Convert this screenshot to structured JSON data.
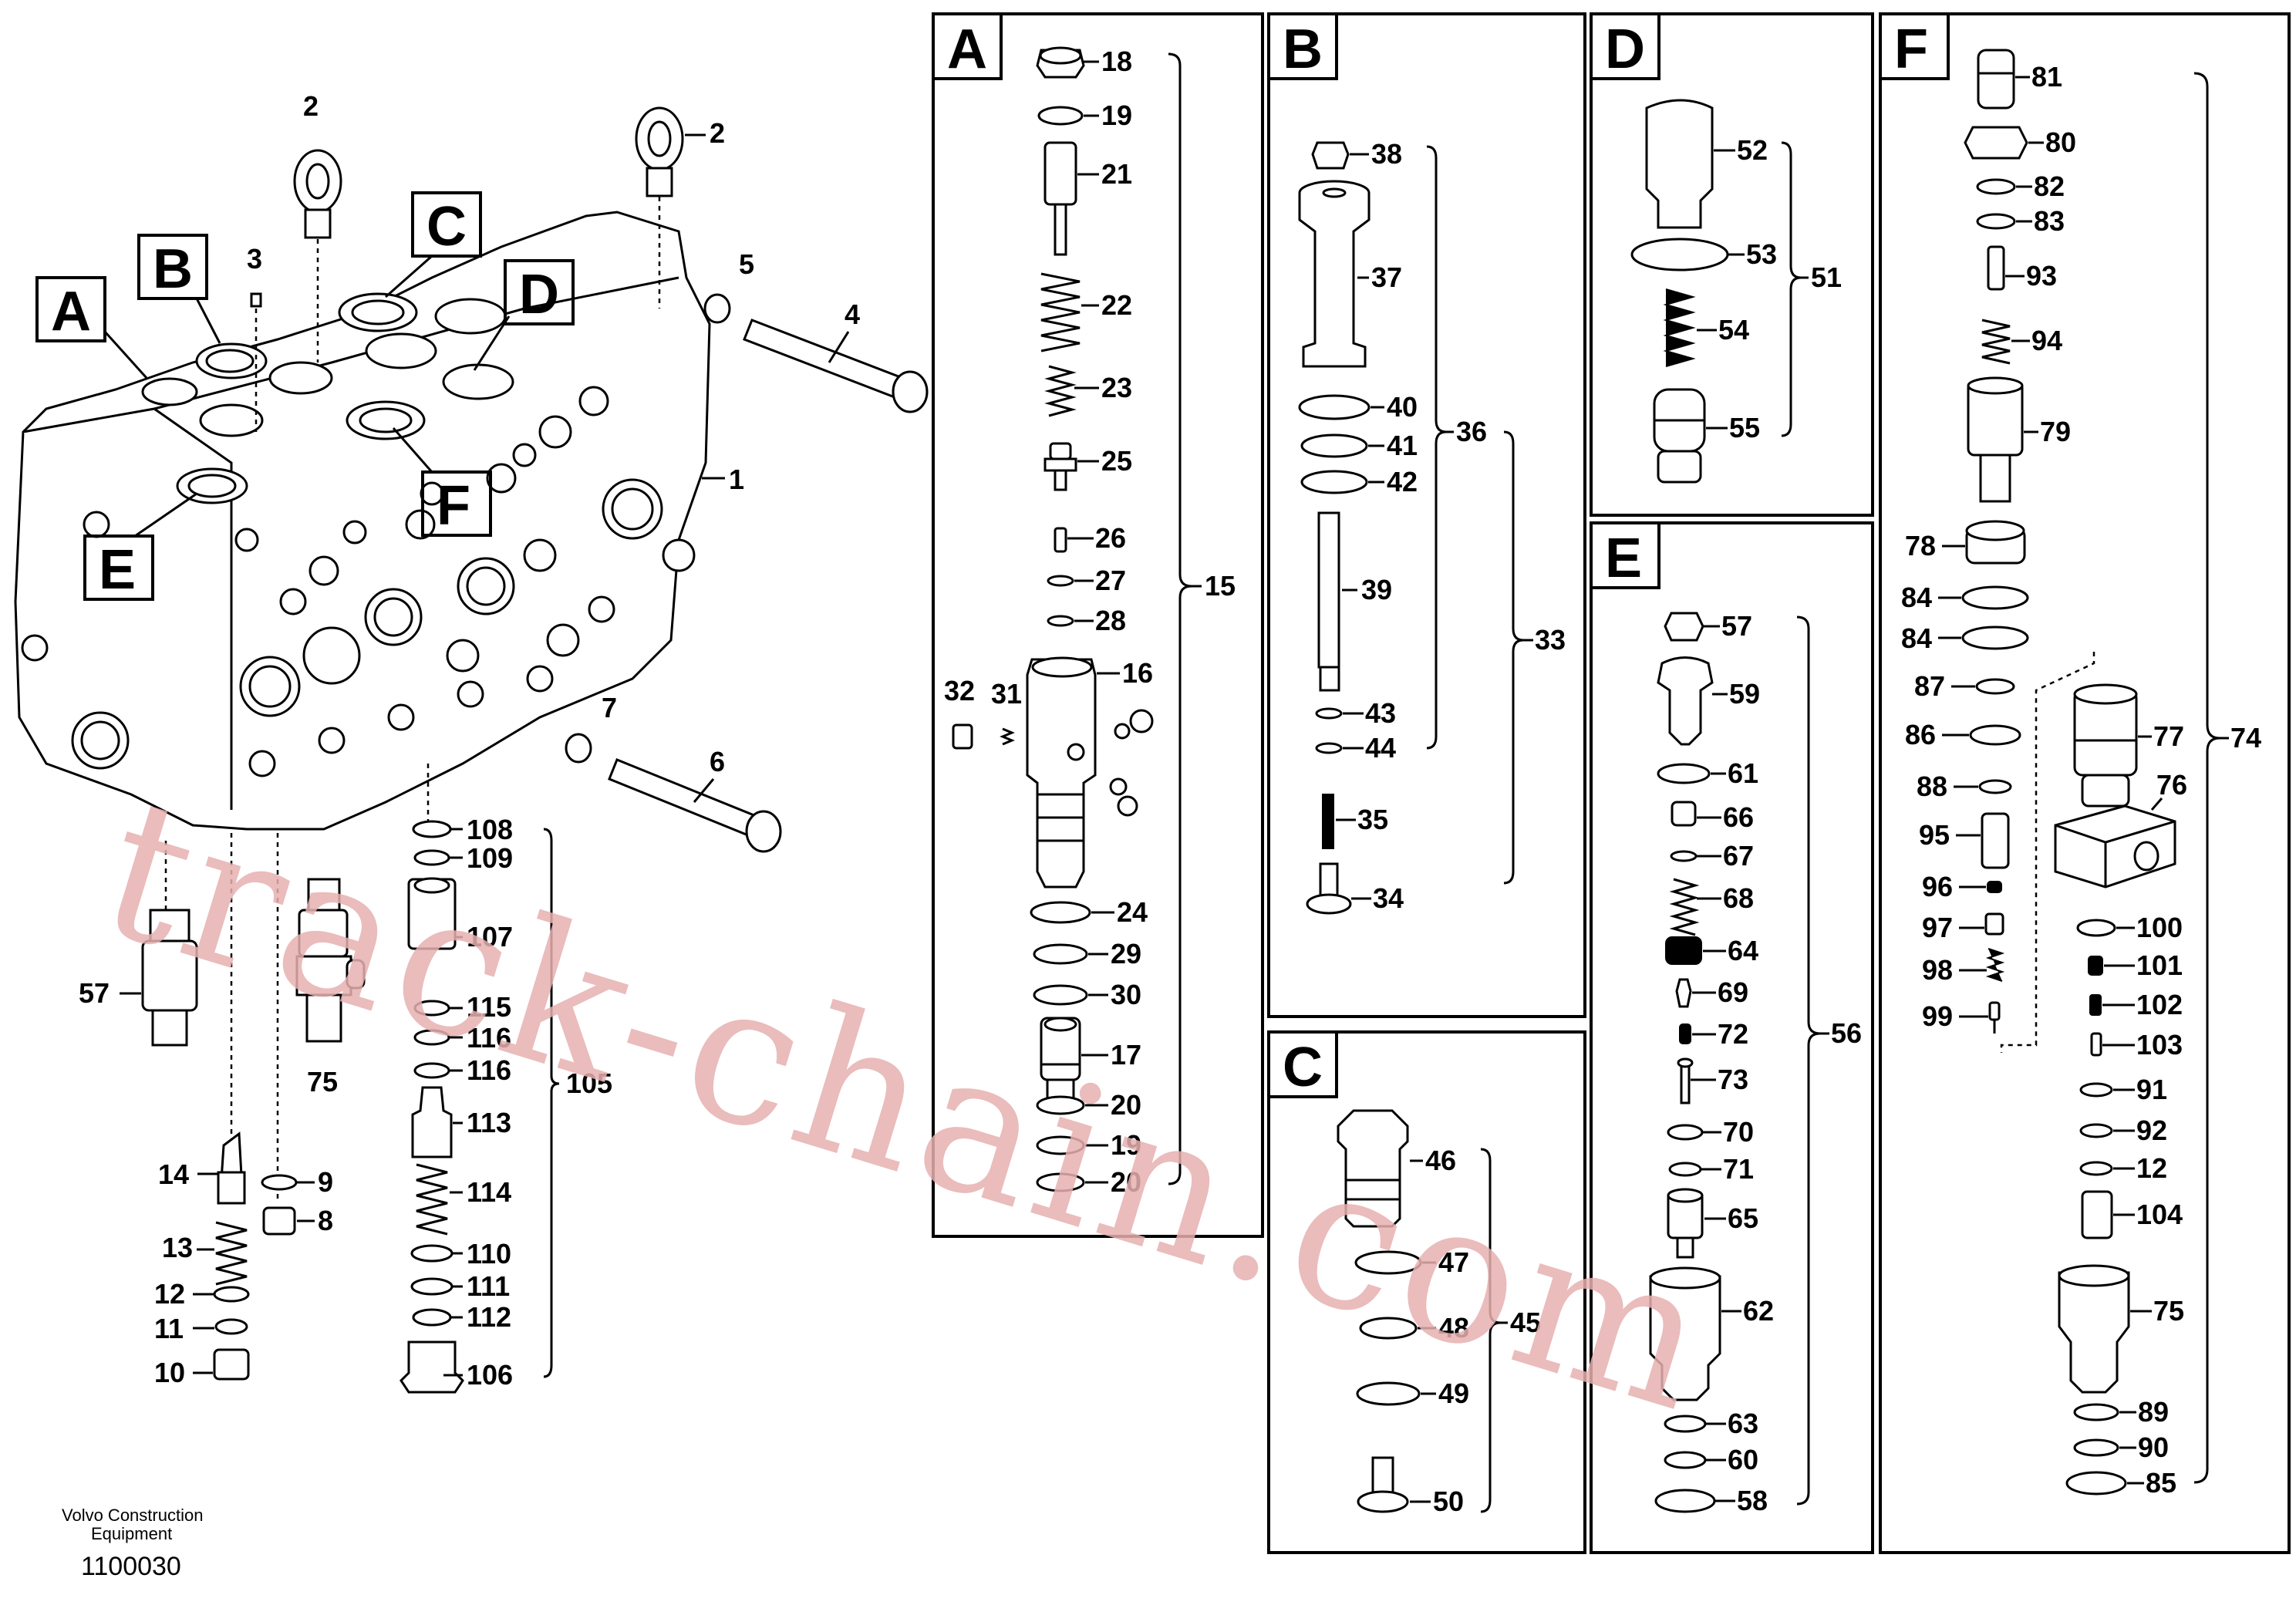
{
  "footer": {
    "brand_line1": "Volvo Construction",
    "brand_line2": "Equipment",
    "drawing_number": "1100030"
  },
  "watermark": "track-chain.com",
  "main_view": {
    "callouts": [
      "A",
      "B",
      "C",
      "D",
      "E",
      "F"
    ],
    "part_labels": [
      "1",
      "2",
      "2",
      "3",
      "4",
      "5",
      "6",
      "7",
      "8",
      "9",
      "10",
      "11",
      "12",
      "13",
      "14",
      "57",
      "75",
      "105",
      "106",
      "107",
      "108",
      "109",
      "110",
      "111",
      "112",
      "113",
      "114",
      "115",
      "116",
      "116"
    ]
  },
  "panels": [
    {
      "letter": "A",
      "parts": [
        "18",
        "19",
        "21",
        "22",
        "23",
        "25",
        "26",
        "27",
        "28",
        "16",
        "32",
        "31",
        "24",
        "29",
        "30",
        "17",
        "20",
        "19",
        "20"
      ],
      "group_labels": [
        "15"
      ]
    },
    {
      "letter": "B",
      "parts": [
        "38",
        "37",
        "40",
        "41",
        "42",
        "39",
        "43",
        "44",
        "35",
        "34"
      ],
      "group_labels": [
        "36",
        "33"
      ]
    },
    {
      "letter": "C",
      "parts": [
        "46",
        "47",
        "48",
        "49",
        "50"
      ],
      "group_labels": [
        "45"
      ]
    },
    {
      "letter": "D",
      "parts": [
        "52",
        "53",
        "54",
        "55"
      ],
      "group_labels": [
        "51"
      ]
    },
    {
      "letter": "E",
      "parts": [
        "57",
        "59",
        "61",
        "66",
        "67",
        "68",
        "64",
        "69",
        "72",
        "73",
        "70",
        "71",
        "65",
        "62",
        "63",
        "60",
        "58"
      ],
      "group_labels": [
        "56"
      ]
    },
    {
      "letter": "F",
      "parts": [
        "81",
        "80",
        "82",
        "83",
        "93",
        "94",
        "79",
        "78",
        "84",
        "84",
        "87",
        "86",
        "88",
        "95",
        "96",
        "97",
        "98",
        "99",
        "77",
        "76",
        "100",
        "101",
        "102",
        "103",
        "91",
        "92",
        "12",
        "104",
        "75",
        "89",
        "90",
        "85"
      ],
      "group_labels": [
        "74"
      ]
    }
  ]
}
